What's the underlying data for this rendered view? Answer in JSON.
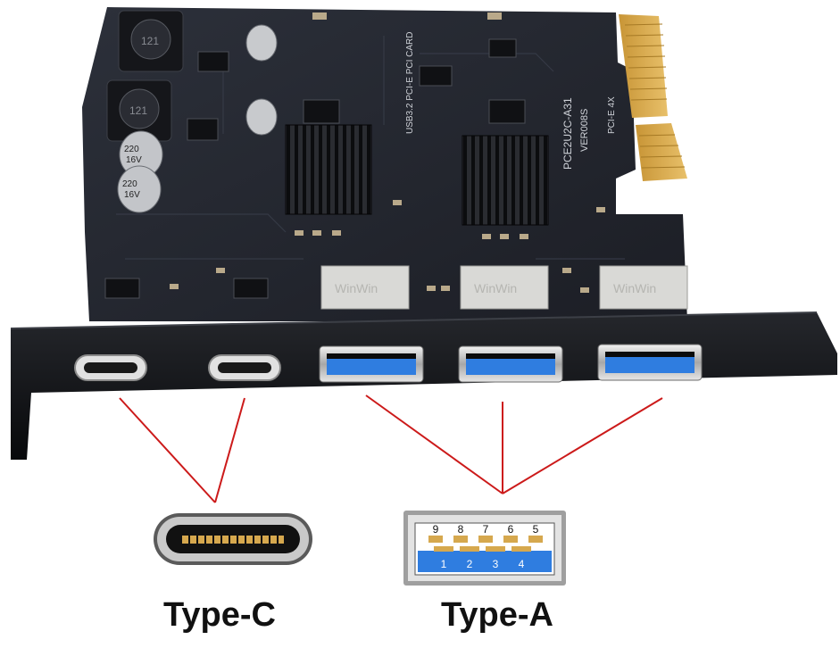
{
  "colors": {
    "pcb": "#23262f",
    "gold": "#d9a94a",
    "bracket": "#0f1013",
    "usb_blue": "#2f7de0",
    "line_red": "#cc1a1a",
    "heatsink": "#141518"
  },
  "pcb_silk": {
    "board_id": "PCE2U2C-A31",
    "version": "VER008S",
    "slot": "PCI-E 4X",
    "usb_label": "USB3.2 PCI-E PCI CARD",
    "cap_value": "220",
    "cap_voltage": "16V",
    "port_brand": "WinWin"
  },
  "pinout": {
    "top_pins": [
      "9",
      "8",
      "7",
      "6",
      "5"
    ],
    "bottom_pins": [
      "1",
      "2",
      "3",
      "4"
    ]
  },
  "labels": {
    "type_c": "Type-C",
    "type_a": "Type-A"
  }
}
